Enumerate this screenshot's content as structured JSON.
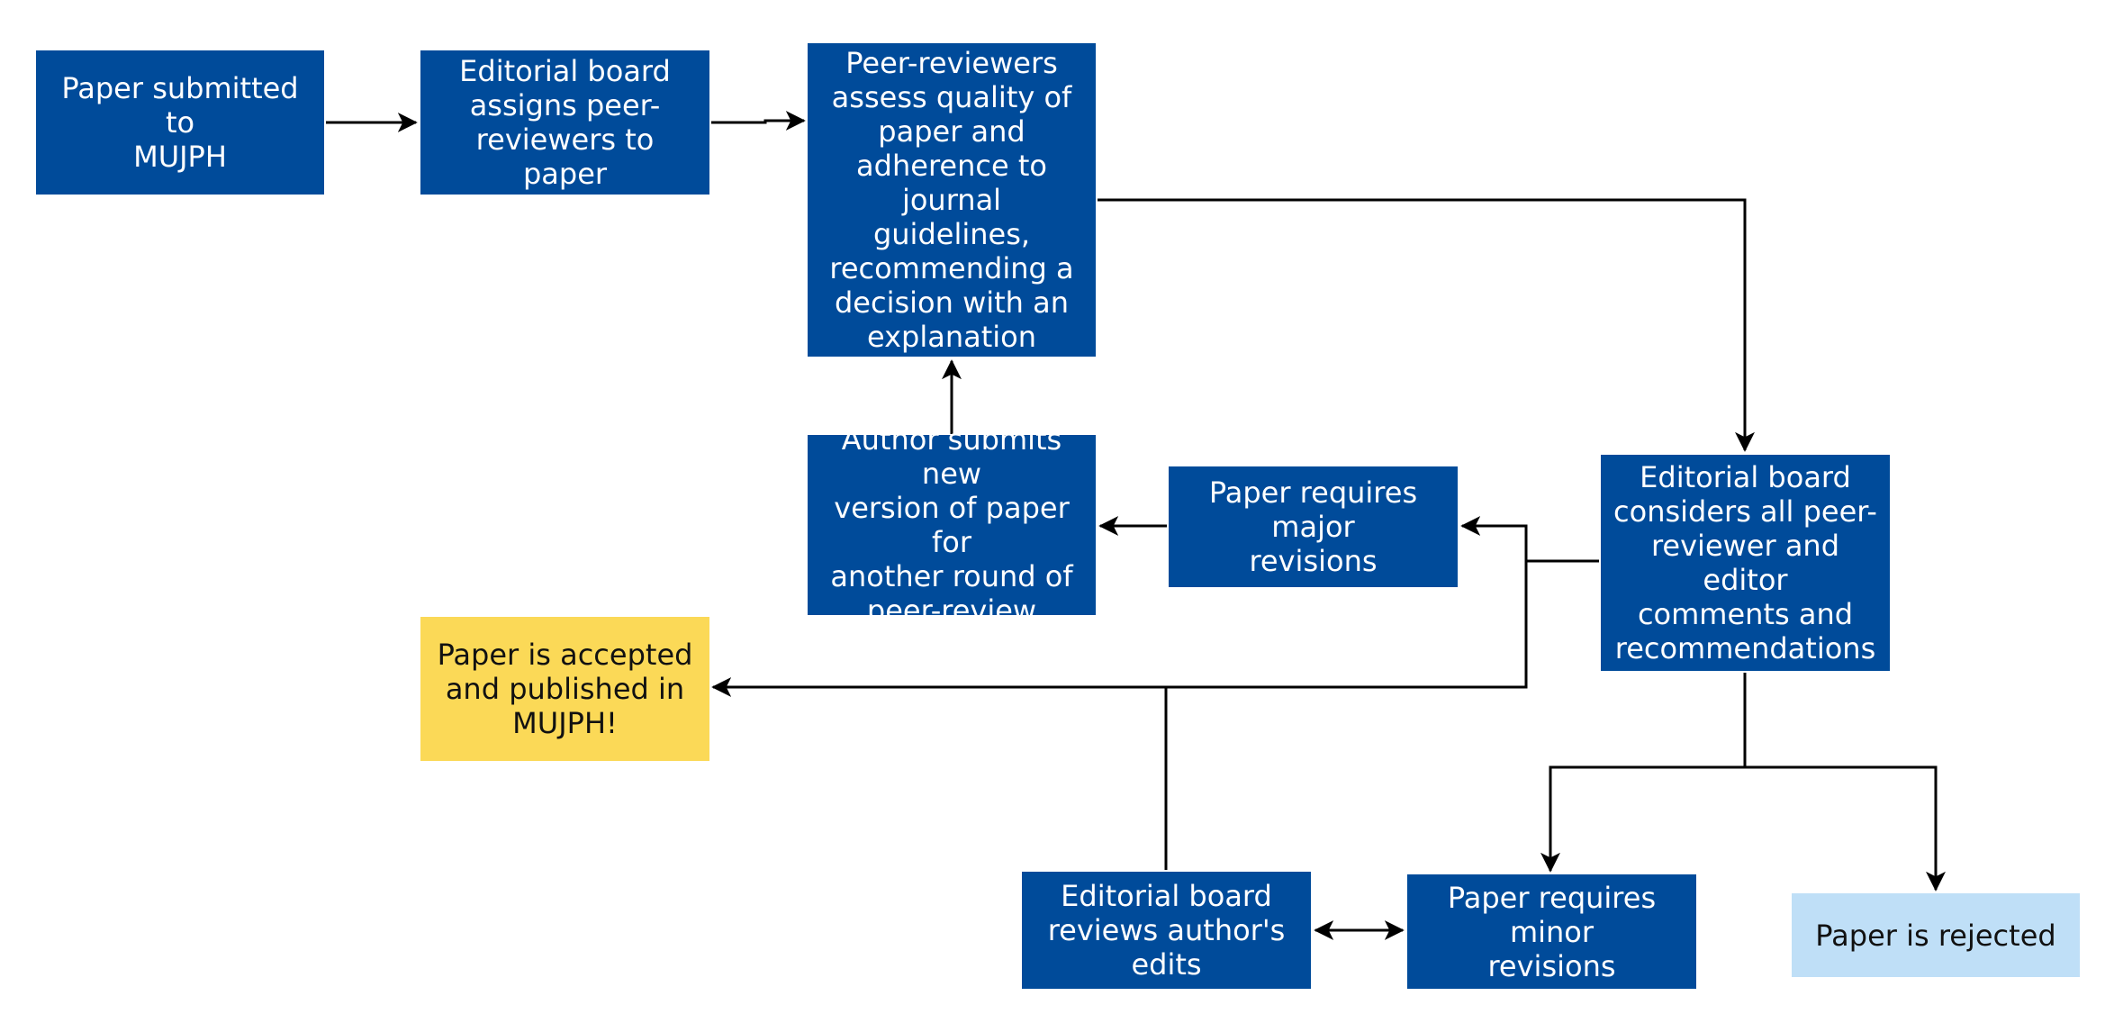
{
  "diagram": {
    "colors": {
      "primary": "#004b9a",
      "primary_text": "#ffffff",
      "accepted": "#fbd957",
      "rejected": "#bfdff7",
      "dark_text": "#111111",
      "line": "#000000"
    },
    "nodes": {
      "submitted": {
        "lines": [
          "Paper submitted to",
          "MUJPH"
        ]
      },
      "assigns": {
        "lines": [
          "Editorial board",
          "assigns peer-",
          "reviewers to paper"
        ]
      },
      "assess": {
        "lines": [
          "Peer-reviewers",
          "assess quality of",
          "paper and",
          "adherence to journal",
          "guidelines,",
          "recommending a",
          "decision with an",
          "explanation"
        ]
      },
      "considers": {
        "lines": [
          "Editorial board",
          "considers all peer-",
          "reviewer and editor",
          "comments and",
          "recommendations"
        ]
      },
      "major": {
        "lines": [
          "Paper requires major",
          "revisions"
        ]
      },
      "newversion": {
        "lines": [
          "Author submits new",
          "version of paper for",
          "another round of",
          "peer-review"
        ]
      },
      "accepted": {
        "lines": [
          "Paper is accepted",
          "and published in",
          "MUJPH!"
        ]
      },
      "reviews": {
        "lines": [
          "Editorial board",
          "reviews author's",
          "edits"
        ]
      },
      "minor": {
        "lines": [
          "Paper requires minor",
          "revisions"
        ]
      },
      "rejected": {
        "lines": [
          "Paper is rejected"
        ]
      }
    },
    "edges": [
      {
        "from": "submitted",
        "to": "assigns"
      },
      {
        "from": "assigns",
        "to": "assess"
      },
      {
        "from": "assess",
        "to": "considers"
      },
      {
        "from": "considers",
        "to": "major"
      },
      {
        "from": "considers",
        "to": "accepted"
      },
      {
        "from": "considers",
        "to": "minor"
      },
      {
        "from": "considers",
        "to": "rejected"
      },
      {
        "from": "major",
        "to": "newversion"
      },
      {
        "from": "newversion",
        "to": "assess"
      },
      {
        "from": "reviews",
        "to": "accepted"
      },
      {
        "from": "reviews",
        "to": "minor",
        "bidirectional": true
      }
    ]
  }
}
